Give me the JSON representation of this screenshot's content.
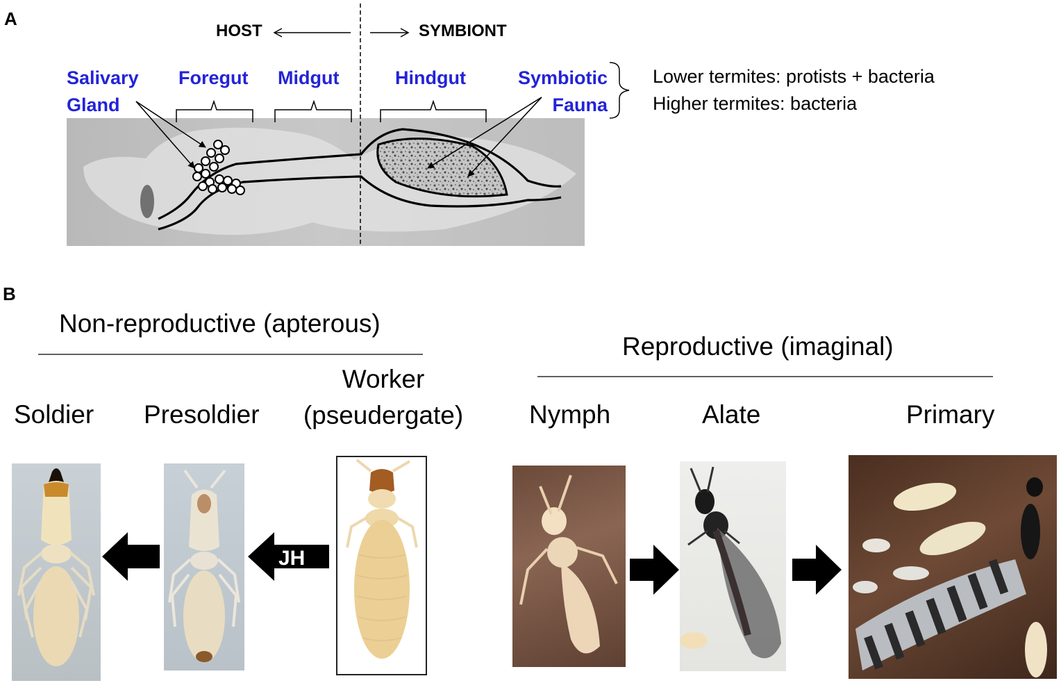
{
  "panel_a": {
    "letter": "A",
    "host_label": "HOST",
    "symbiont_label": "SYMBIONT",
    "labels": {
      "salivary_gland": [
        "Salivary",
        "Gland"
      ],
      "foregut": "Foregut",
      "midgut": "Midgut",
      "hindgut": "Hindgut",
      "symbiotic_fauna": [
        "Symbiotic",
        "Fauna"
      ]
    },
    "notes": {
      "lower": "Lower termites:  protists + bacteria",
      "higher": "Higher termites:  bacteria"
    },
    "colors": {
      "label_blue": "#2323d8"
    }
  },
  "panel_b": {
    "letter": "B",
    "non_reproductive": "Non-reproductive (apterous)",
    "reproductive": "Reproductive (imaginal)",
    "castes": {
      "soldier": "Soldier",
      "presoldier": "Presoldier",
      "worker": [
        "Worker",
        "(pseudergate)"
      ],
      "nymph": "Nymph",
      "alate": "Alate",
      "primary": "Primary"
    },
    "jh_label": "JH"
  }
}
